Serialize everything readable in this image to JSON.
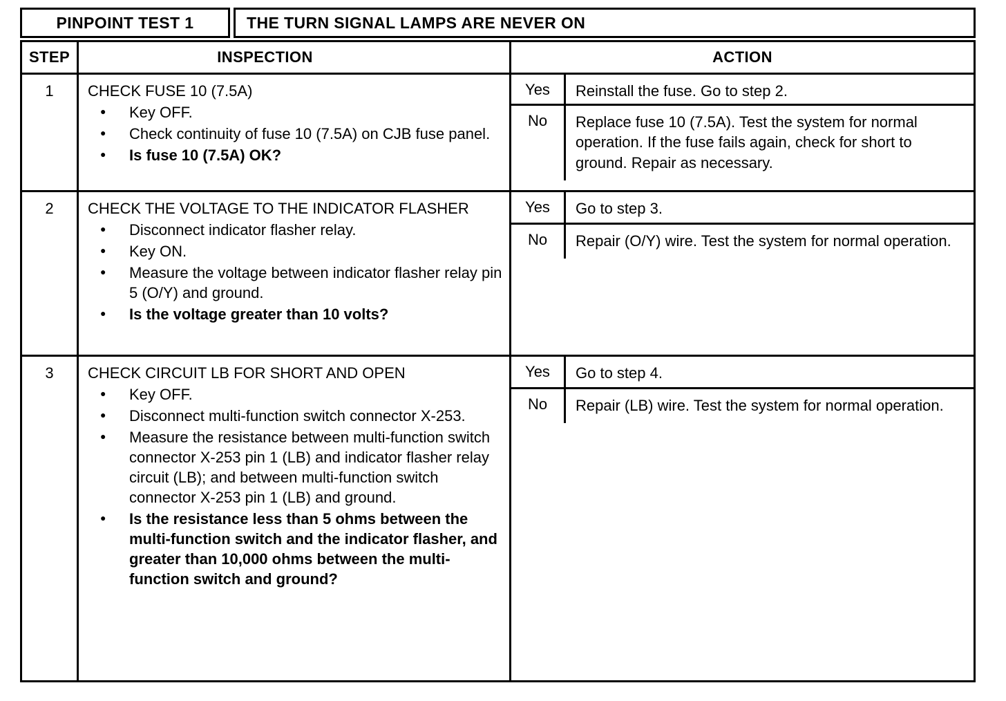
{
  "title": {
    "test_label": "PINPOINT TEST 1",
    "description": "THE TURN SIGNAL LAMPS ARE NEVER ON"
  },
  "headers": {
    "step": "STEP",
    "inspection": "INSPECTION",
    "action": "ACTION"
  },
  "labels": {
    "yes": "Yes",
    "no": "No"
  },
  "steps": [
    {
      "number": "1",
      "inspection_title": "CHECK FUSE 10 (7.5A)",
      "bullets": [
        "Key OFF.",
        "Check continuity of fuse 10 (7.5A) on CJB fuse panel.",
        "Is fuse 10 (7.5A) OK?"
      ],
      "yes_action": "Reinstall the fuse.  Go to step 2.",
      "no_action": "Replace fuse 10 (7.5A).  Test the system for normal operation.  If the fuse fails again, check for short to ground.  Repair as necessary."
    },
    {
      "number": "2",
      "inspection_title": "CHECK THE VOLTAGE TO THE INDICATOR FLASHER",
      "bullets": [
        "Disconnect indicator flasher relay.",
        "Key ON.",
        "Measure the voltage between indicator flasher relay pin 5 (O/Y) and ground.",
        "Is the voltage greater than 10 volts?"
      ],
      "yes_action": "Go to step 3.",
      "no_action": "Repair (O/Y) wire.  Test the system for normal operation."
    },
    {
      "number": "3",
      "inspection_title": "CHECK CIRCUIT LB FOR SHORT AND OPEN",
      "bullets": [
        "Key OFF.",
        "Disconnect multi-function switch connector X-253.",
        "Measure the resistance between multi-function switch connector X-253 pin 1 (LB) and indicator flasher relay circuit (LB); and between multi-function switch connector X-253 pin 1 (LB) and ground.",
        "Is the resistance less than 5 ohms between the multi-function switch and the indicator flasher, and greater than 10,000 ohms between the multi-function switch and ground?"
      ],
      "yes_action": "Go to step 4.",
      "no_action": "Repair (LB) wire.  Test the system for normal operation."
    }
  ]
}
